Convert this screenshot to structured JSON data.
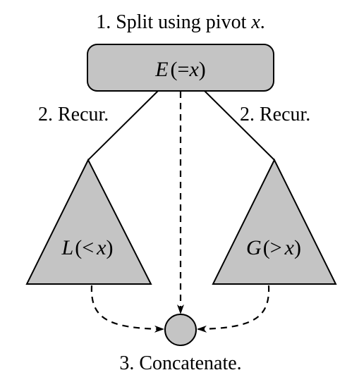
{
  "title": {
    "prefix": "1. Split using pivot ",
    "var": "x",
    "suffix": "."
  },
  "pivot": {
    "name": "E",
    "paren_open": "(",
    "relation": "=",
    "var": "x",
    "paren_close": ")"
  },
  "left_recur": "2. Recur.",
  "right_recur": "2. Recur.",
  "left_subtree": {
    "name": "L",
    "paren_open": "(",
    "relation": "<",
    "var": "x",
    "paren_close": ")"
  },
  "right_subtree": {
    "name": "G",
    "paren_open": "(",
    "relation": ">",
    "var": "x",
    "paren_close": ")"
  },
  "concat_label": "3. Concatenate.",
  "colors": {
    "fill": "#c4c4c4",
    "stroke": "#000000"
  }
}
